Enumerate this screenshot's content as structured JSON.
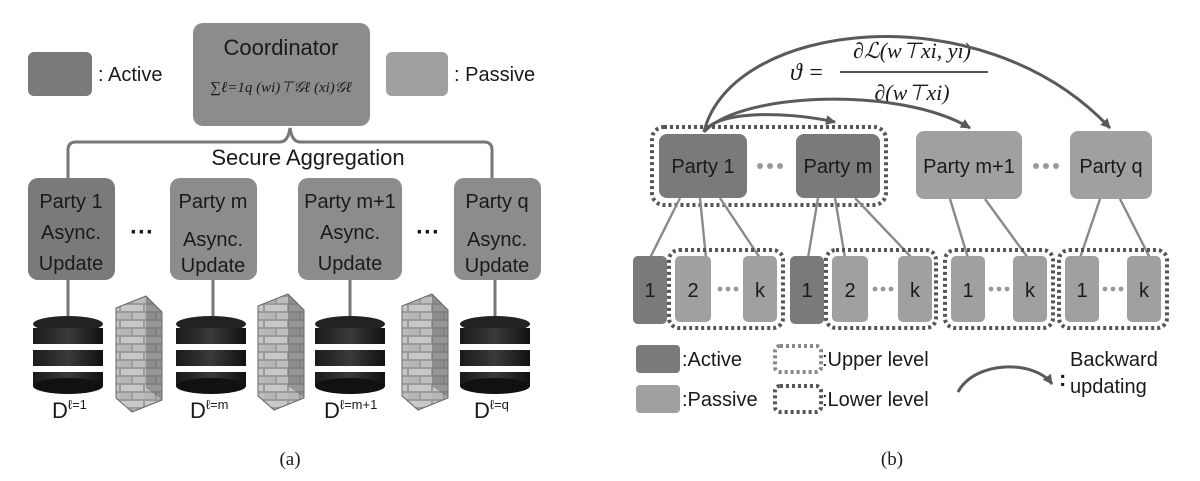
{
  "panel_a": {
    "caption": "(a)",
    "legend_active": ": Active",
    "legend_passive": ": Passive",
    "coordinator_title": "Coordinator",
    "coordinator_formula": "∑ℓ=1q (wi)⊤𝒢ℓ (xi)𝒢ℓ",
    "aggregation_label": "Secure Aggregation",
    "parties": [
      {
        "name": "Party 1",
        "line2": "Async.",
        "line3": "Update",
        "db_base": "D",
        "db_sup": "ℓ=1"
      },
      {
        "name": "Party m",
        "line2": "Async.",
        "line3": "Update",
        "db_base": "D",
        "db_sup": "ℓ=m"
      },
      {
        "name": "Party m+1",
        "line2": "Async.",
        "line3": "Update",
        "db_base": "D",
        "db_sup": "ℓ=m+1"
      },
      {
        "name": "Party q",
        "line2": "Async.",
        "line3": "Update",
        "db_base": "D",
        "db_sup": "ℓ=q"
      }
    ],
    "ellipsis": "···"
  },
  "panel_b": {
    "caption": "(b)",
    "formula_lhs": "ϑ =",
    "formula_num": "∂ℒ(w⊤xi, yi)",
    "formula_den": "∂(w⊤xi)",
    "parties": [
      "Party 1",
      "Party m",
      "Party m+1",
      "Party q"
    ],
    "leaf_one": "1",
    "leaf_two": "2",
    "leaf_k": "k",
    "legend_active": ":Active",
    "legend_passive": ":Passive",
    "legend_upper": ":Upper level",
    "legend_lower": ":Lower level",
    "legend_backward_1": "Backward",
    "legend_backward_2": "updating",
    "backward_colon": ":"
  },
  "colors": {
    "active": "#7a7a7a",
    "passive": "#a0a0a0",
    "coordinator": "#8c8c8c",
    "line": "#777777",
    "dotted_border": "#555555",
    "arrow": "#5a5a5a"
  }
}
